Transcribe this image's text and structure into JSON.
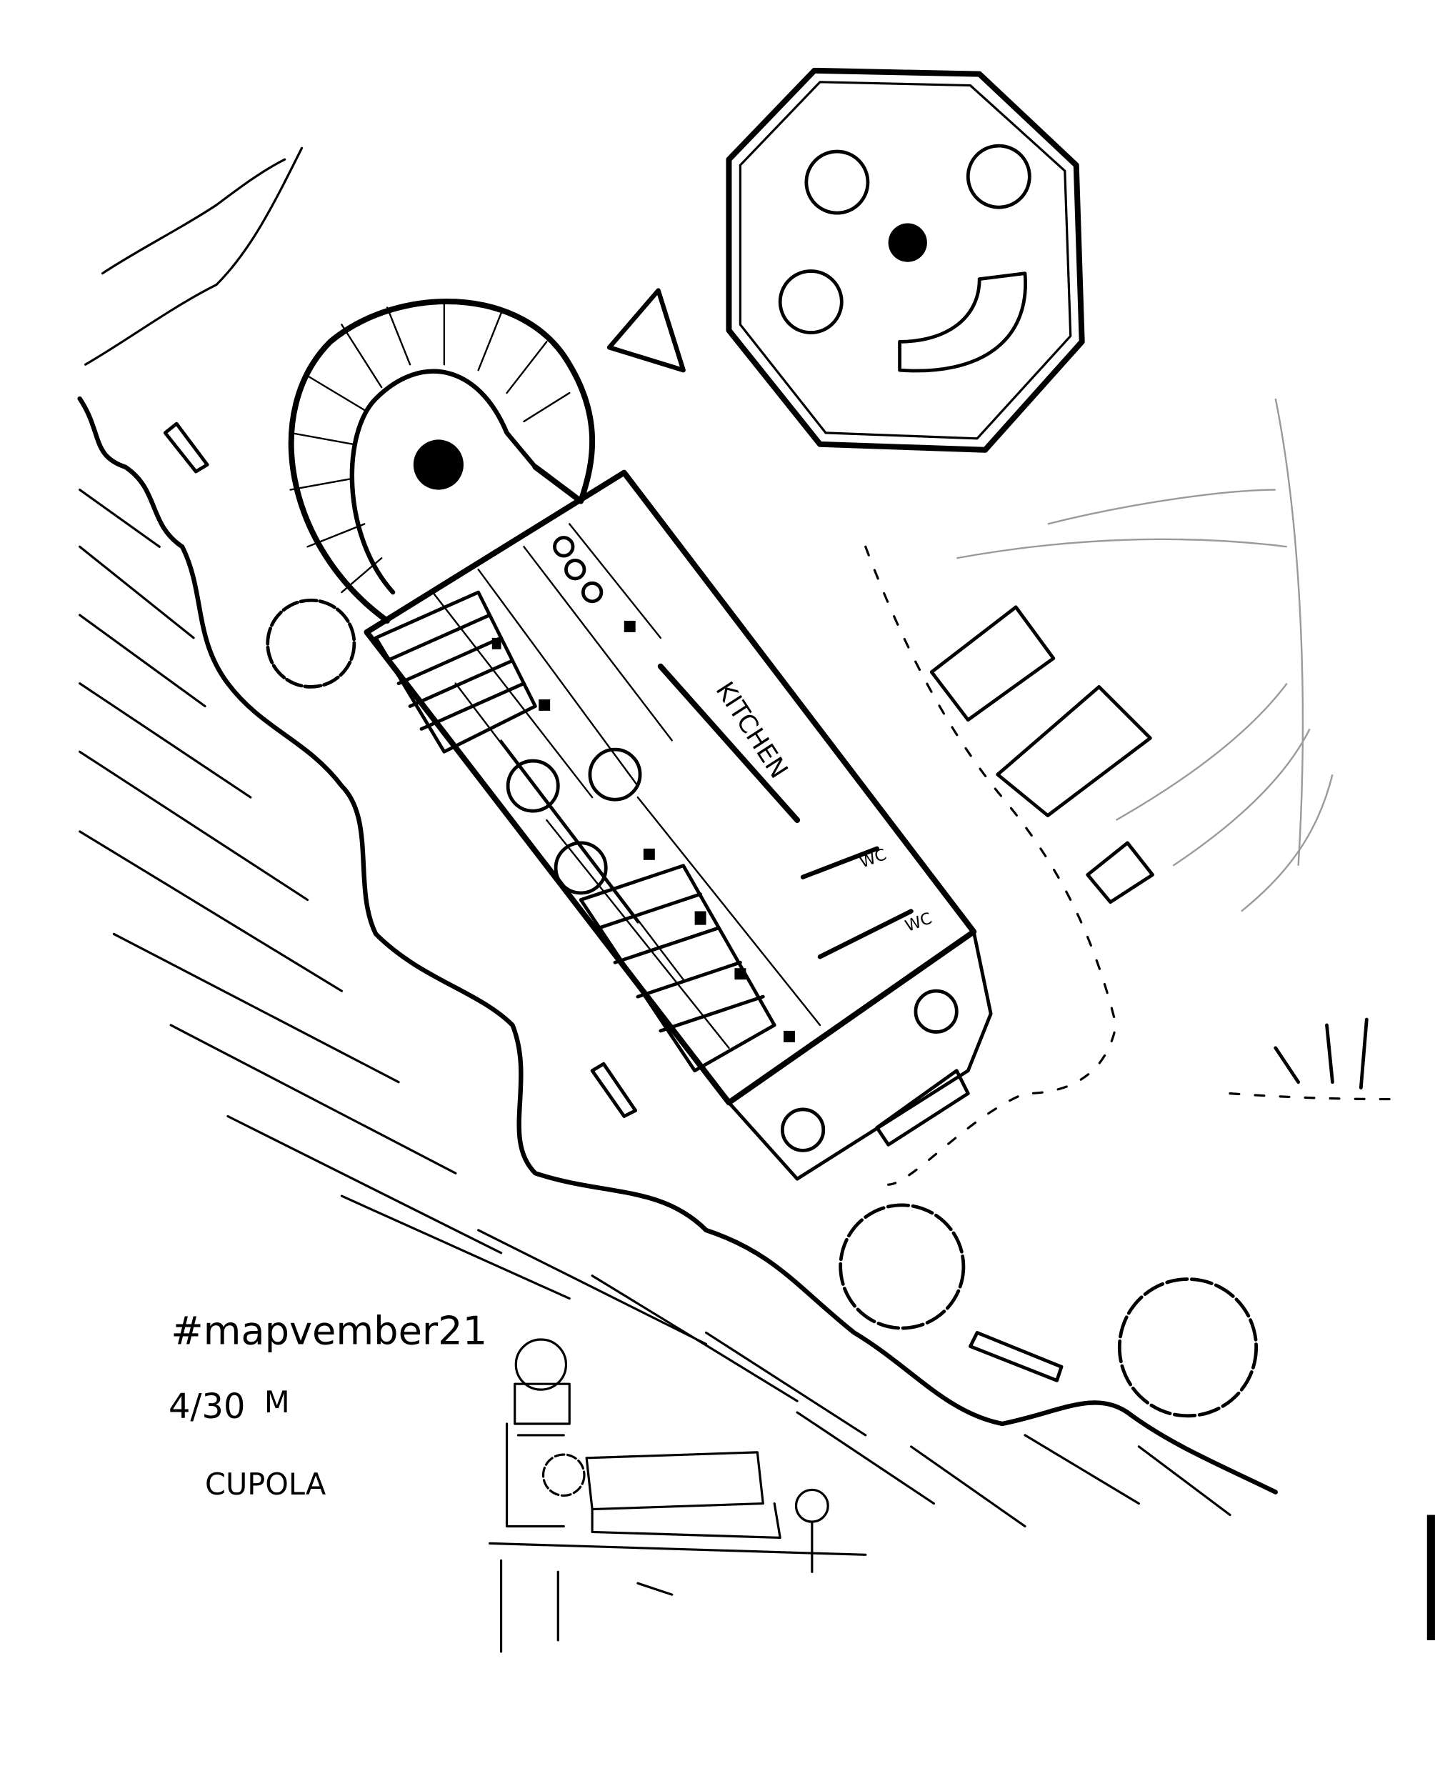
{
  "map": {
    "title": "#mapvember21",
    "date": "4/30",
    "signature": "M",
    "name": "CUPOLA",
    "labels": {
      "kitchen": "KITCHEN",
      "wc_1": "WC",
      "wc_2": "WC"
    },
    "colors": {
      "ink": "#000000",
      "paper": "#ffffff",
      "pencil": "#9a9a9a"
    }
  }
}
